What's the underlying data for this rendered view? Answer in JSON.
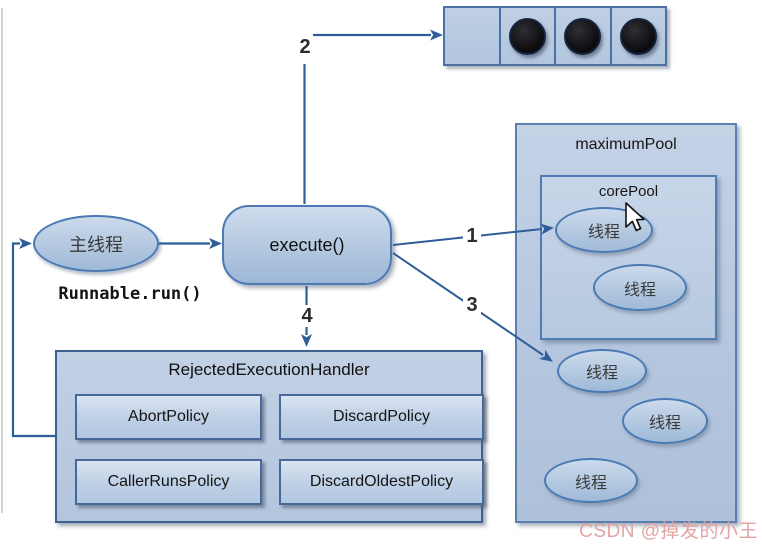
{
  "diagram": {
    "main_thread": {
      "label": "主线程"
    },
    "runnable_label": "Runnable.run()",
    "execute": {
      "label": "execute()"
    },
    "queue": {
      "slots": [
        "empty",
        "filled",
        "filled",
        "filled"
      ]
    },
    "maximum_pool": {
      "label": "maximumPool",
      "core_pool": {
        "label": "corePool",
        "threads": [
          {
            "label": "线程"
          },
          {
            "label": "线程"
          }
        ]
      },
      "threads": [
        {
          "label": "线程"
        },
        {
          "label": "线程"
        },
        {
          "label": "线程"
        }
      ]
    },
    "handler": {
      "label": "RejectedExecutionHandler",
      "policies": [
        {
          "label": "AbortPolicy"
        },
        {
          "label": "DiscardPolicy"
        },
        {
          "label": "CallerRunsPolicy"
        },
        {
          "label": "DiscardOldestPolicy"
        }
      ]
    },
    "steps": [
      {
        "label": "1"
      },
      {
        "label": "2"
      },
      {
        "label": "3"
      },
      {
        "label": "4"
      }
    ],
    "watermark": "CSDN @掉发的小王",
    "colors": {
      "node_fill": "#b9cbe2",
      "node_border": "#4f81bd",
      "arrow": "#2f5e99",
      "queue_dot": "#141414",
      "watermark_pink": "#e29e9e"
    }
  }
}
